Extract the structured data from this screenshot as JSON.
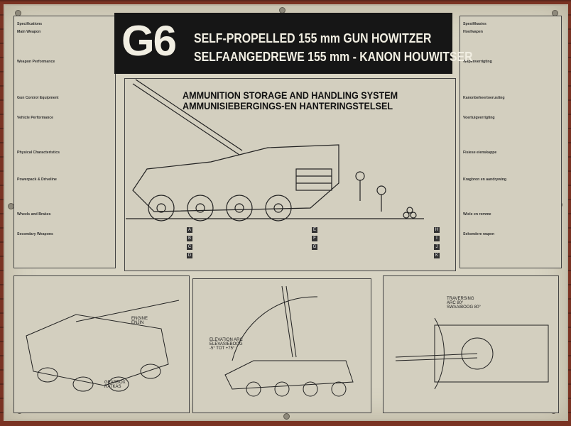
{
  "title": {
    "logo": "G6",
    "line1": "SELF-PROPELLED 155 mm GUN HOWITZER",
    "line2": "SELFAANGEDREWE 155 mm - KANON HOUWITSER"
  },
  "center_panel": {
    "heading1": "AMMUNITION STORAGE AND HANDLING SYSTEM",
    "heading2": "AMMUNISIEBERGINGS-EN HANTERINGSTELSEL"
  },
  "left_specs": {
    "title": "Specifications",
    "sections": [
      "Main Weapon",
      "Weapon Performance",
      "Gun Control Equipment",
      "Vehicle Performance",
      "Physical Characteristics",
      "Powerpack & Driveline",
      "Wheels and Brakes",
      "Secondary Weapons"
    ]
  },
  "right_specs": {
    "title": "Spesifikasies",
    "sections": [
      "Hoofwapen",
      "Wapenverrigting",
      "Kanonbeheertoerusting",
      "Voertuigverrigting",
      "Fisiese eienskappe",
      "Kragbron en aandrywing",
      "Wiele en remme",
      "Sekondere wapen"
    ]
  },
  "bottom_left": {
    "label_engine": "ENGINE\nENJIN",
    "label_gearbox": "GEARBOX\nRATKAS"
  },
  "bottom_middle": {
    "label_elev": "ELEVATION ARC\nELEVASIEBOOG\n-5° TOT +75°"
  },
  "bottom_right": {
    "label_trav": "TRAVERSING\nARC 80°\nSWAAIBOOG 80°"
  },
  "colors": {
    "board": "#d8d4c3",
    "title_bg": "#161616",
    "wall": "#7a3323"
  }
}
